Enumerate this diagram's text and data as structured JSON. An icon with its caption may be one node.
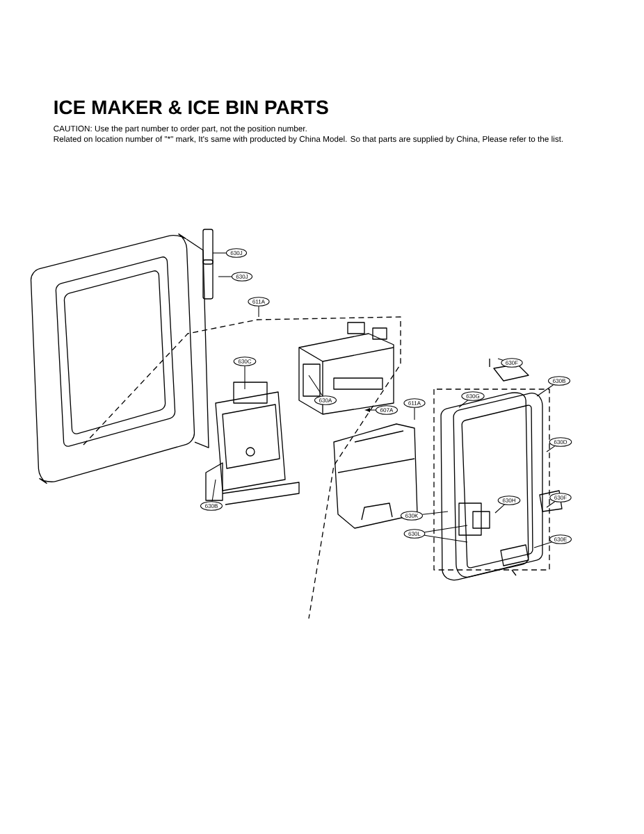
{
  "diagram": {
    "title": "ICE MAKER & ICE BIN PARTS",
    "nodes": [
      {
        "text": [
          "630J"
        ]
      },
      {
        "text": [
          "630J"
        ]
      },
      {
        "text": [
          "611A"
        ]
      },
      {
        "text": [
          "630C"
        ]
      },
      {
        "text": [
          "630A"
        ]
      },
      {
        "text": [
          "607A"
        ]
      },
      {
        "text": [
          "611A"
        ]
      },
      {
        "text": [
          "630B"
        ]
      },
      {
        "text": [
          "630F"
        ]
      },
      {
        "text": [
          "630B"
        ]
      },
      {
        "text": [
          "630G"
        ]
      },
      {
        "text": [
          "630D"
        ]
      },
      {
        "text": [
          "630F"
        ]
      },
      {
        "text": [
          "630H"
        ]
      },
      {
        "text": [
          "630K"
        ]
      },
      {
        "text": [
          "630L"
        ]
      },
      {
        "text": [
          "630E"
        ]
      }
    ],
    "edges": [
      {
        "from": 0,
        "to": null,
        "arrow": "none"
      },
      {
        "from": 1,
        "to": null,
        "arrow": "none"
      },
      {
        "from": 2,
        "to": null,
        "arrow": "none"
      },
      {
        "from": 3,
        "to": null,
        "arrow": "none"
      },
      {
        "from": 4,
        "to": null,
        "arrow": "none"
      },
      {
        "from": 5,
        "to": null,
        "arrow": "to"
      },
      {
        "from": 6,
        "to": null,
        "arrow": "none"
      },
      {
        "from": 7,
        "to": null,
        "arrow": "none"
      },
      {
        "from": 8,
        "to": null,
        "arrow": "none"
      },
      {
        "from": 9,
        "to": null,
        "arrow": "none"
      },
      {
        "from": 10,
        "to": null,
        "arrow": "none"
      },
      {
        "from": 11,
        "to": null,
        "arrow": "none"
      },
      {
        "from": 12,
        "to": null,
        "arrow": "none"
      },
      {
        "from": 13,
        "to": null,
        "arrow": "none"
      },
      {
        "from": 14,
        "to": null,
        "arrow": "none"
      },
      {
        "from": 15,
        "to": null,
        "arrow": "none"
      },
      {
        "from": 15,
        "to": null,
        "arrow": "none"
      },
      {
        "from": 16,
        "to": null,
        "arrow": "none"
      }
    ],
    "labels": [
      "CAUTION: Use the part number to order part, not the position number.",
      "Related on location number of \"*\" mark, It's same with producted by China Model. So that parts are supplied by China, Please refer to the list."
    ]
  }
}
